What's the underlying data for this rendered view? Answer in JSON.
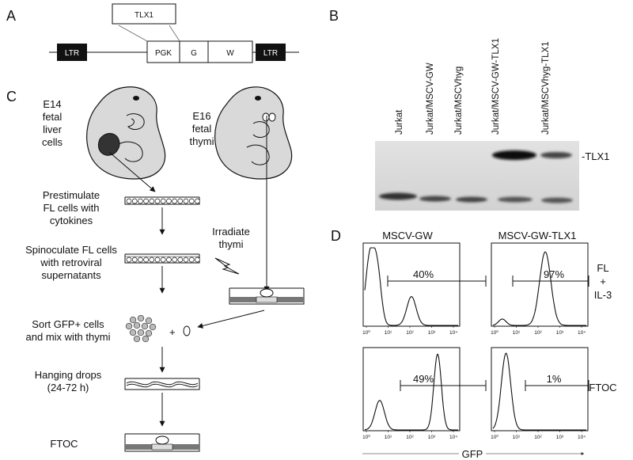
{
  "panel_a": {
    "label": "A",
    "insert": "TLX1",
    "ltr_left": "LTR",
    "pgk": "PGK",
    "g": "G",
    "w": "W",
    "ltr_right": "LTR"
  },
  "panel_b": {
    "label": "B",
    "lanes": [
      "Jurkat",
      "Jurkat/MSCV-GW",
      "Jurkat/MSCVhyg",
      "Jurkat/MSCV-GW-TLX1",
      "Jurkat/MSCVhyg-TLX1"
    ],
    "band_label": "-TLX1"
  },
  "panel_c": {
    "label": "C",
    "e14_lines": [
      "E14",
      "fetal",
      "liver",
      "cells"
    ],
    "e16_lines": [
      "E16",
      "fetal",
      "thymi"
    ],
    "step1_lines": [
      "Prestimulate",
      "FL cells with",
      "cytokines"
    ],
    "step2_lines": [
      "Spinoculate FL cells",
      "with retroviral",
      "supernatants"
    ],
    "step3_lines": [
      "Sort GFP+ cells",
      "and mix with thymi"
    ],
    "plus": "+",
    "step4_lines": [
      "Hanging drops",
      "(24-72 h)"
    ],
    "step5": "FTOC",
    "irradiate_lines": [
      "Irradiate",
      "thymi"
    ]
  },
  "panel_d": {
    "label": "D",
    "col1": "MSCV-GW",
    "col2": "MSCV-GW-TLX1",
    "row1_lines": [
      "FL",
      "+",
      "IL-3"
    ],
    "row2": "FTOC",
    "pct_tl": "40%",
    "pct_tr": "97%",
    "pct_bl": "49%",
    "pct_br": "1%",
    "axis_label": "GFP",
    "ticks": [
      "10⁰",
      "10¹",
      "10²",
      "10³",
      "10⁴"
    ]
  }
}
